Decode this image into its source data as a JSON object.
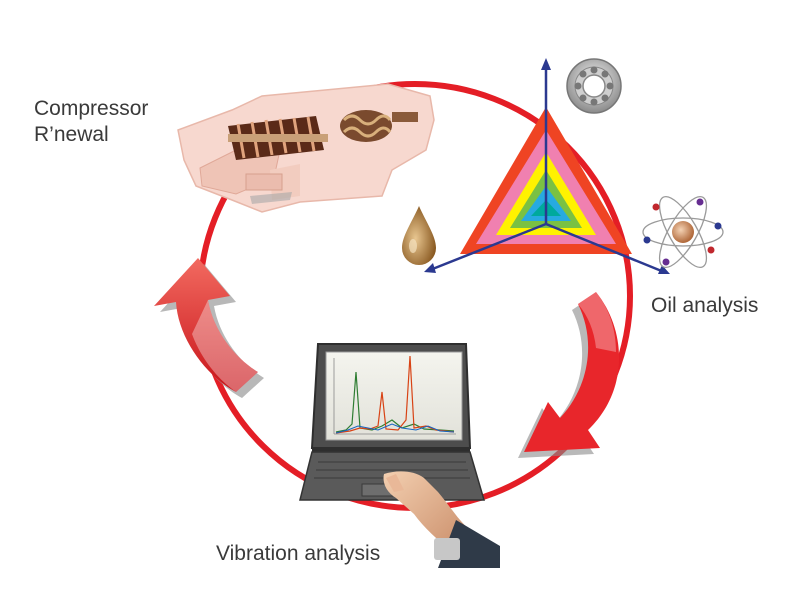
{
  "labels": {
    "compressor_line1": "Compressor",
    "compressor_line2": "R’newal",
    "oil_analysis": "Oil analysis",
    "vibration_analysis": "Vibration analysis"
  },
  "colors": {
    "cycle_ring": "#e41e26",
    "arrow_red": "#e8262b",
    "arrow_shadow": "#9a9a9a",
    "axis_blue": "#2b3990",
    "triangle_bands": [
      "#ef4423",
      "#f080b0",
      "#fff200",
      "#7ac143",
      "#27aae1",
      "#00a99d"
    ]
  },
  "icons": [
    "compressor-cutaway",
    "bearing-icon",
    "oil-drop-icon",
    "atom-icon",
    "laptop-spectrum",
    "hand"
  ]
}
